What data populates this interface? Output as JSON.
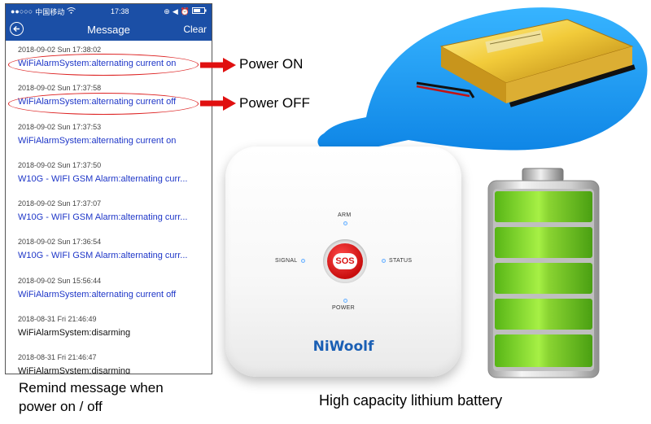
{
  "status_bar": {
    "carrier": "中国移动",
    "time": "17:38",
    "wifi_icon": "wifi-icon",
    "battery_icon": "battery-icon"
  },
  "nav": {
    "title": "Message",
    "back_icon": "back-arrow-icon",
    "clear_label": "Clear"
  },
  "messages": [
    {
      "date": "2018-09-02 Sun 17:38:02",
      "text": "WiFiAlarmSystem:alternating current on"
    },
    {
      "date": "2018-09-02 Sun 17:37:58",
      "text": "WiFiAlarmSystem:alternating current off"
    },
    {
      "date": "2018-09-02 Sun 17:37:53",
      "text": "WiFiAlarmSystem:alternating current on"
    },
    {
      "date": "2018-09-02 Sun 17:37:50",
      "text": "W10G - WIFI GSM Alarm:alternating curr..."
    },
    {
      "date": "2018-09-02 Sun 17:37:07",
      "text": "W10G - WIFI GSM Alarm:alternating curr..."
    },
    {
      "date": "2018-09-02 Sun 17:36:54",
      "text": "W10G - WIFI GSM Alarm:alternating curr..."
    },
    {
      "date": "2018-09-02 Sun 15:56:44",
      "text": "WiFiAlarmSystem:alternating current off"
    },
    {
      "date": "2018-08-31 Fri 21:46:49",
      "text": "WiFiAlarmSystem:disarming"
    },
    {
      "date": "2018-08-31 Fri 21:46:47",
      "text": "WiFiAlarmSystem:disarming"
    }
  ],
  "callouts": {
    "power_on": "Power ON",
    "power_off": "Power OFF"
  },
  "captions": {
    "left_line1": "Remind message when",
    "left_line2": "power on / off",
    "right": "High capacity lithium battery"
  },
  "device": {
    "arm": "ARM",
    "signal": "SIGNAL",
    "status": "STATUS",
    "power": "POWER",
    "sos": "SOS",
    "brand": "NiWoolf"
  },
  "colors": {
    "header_blue": "#1b4fa6",
    "message_blue": "#1f37c8",
    "highlight_red": "#e01010",
    "battery_green": "#7fd13b",
    "cloud_blue": "#1c9cf0"
  }
}
